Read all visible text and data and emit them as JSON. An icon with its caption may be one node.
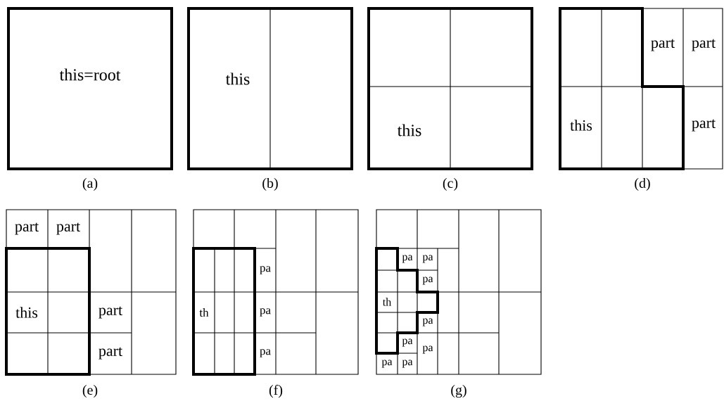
{
  "diagram": {
    "nodes": [
      {
        "text": [
          "this=root"
        ],
        "beside": [
          "(a)"
        ]
      },
      {
        "text": [
          "this"
        ],
        "beside": [
          "(b)"
        ]
      },
      {
        "text": [
          "this"
        ],
        "beside": [
          "(c)"
        ]
      },
      {
        "text": [
          "part",
          "part",
          "this",
          "part"
        ],
        "beside": [
          "(d)"
        ]
      },
      {
        "text": [
          "part",
          "part",
          "this",
          "part",
          "part"
        ],
        "beside": [
          "(e)"
        ]
      },
      {
        "text": [
          "pa",
          "th",
          "pa",
          "pa"
        ],
        "beside": [
          "(f)"
        ]
      },
      {
        "text": [
          "pa",
          "pa",
          "pa",
          "th",
          "pa",
          "pa",
          "pa",
          "pa",
          "pa"
        ],
        "beside": [
          "(g)"
        ]
      }
    ]
  }
}
